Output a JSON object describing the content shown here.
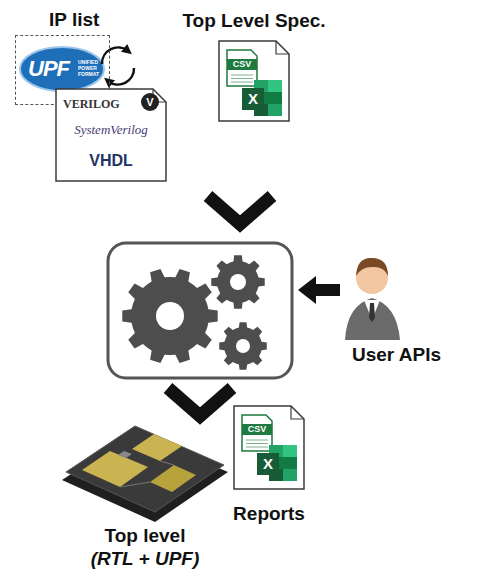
{
  "diagram": {
    "nodes": [
      {
        "text": [
          "IP list",
          "UPF",
          "UNIFIED POWER FORMAT"
        ]
      },
      {
        "text": [
          "VERILOG",
          "V",
          "SystemVerilog",
          "VHDL"
        ]
      },
      {
        "text": [
          "Top Level Spec.",
          "CSV",
          "X"
        ]
      },
      {
        "text": [
          "CSV",
          "X",
          "Reports"
        ]
      }
    ],
    "labels": [
      "User APIs",
      "Top level",
      "(RTL + UPF)"
    ]
  }
}
